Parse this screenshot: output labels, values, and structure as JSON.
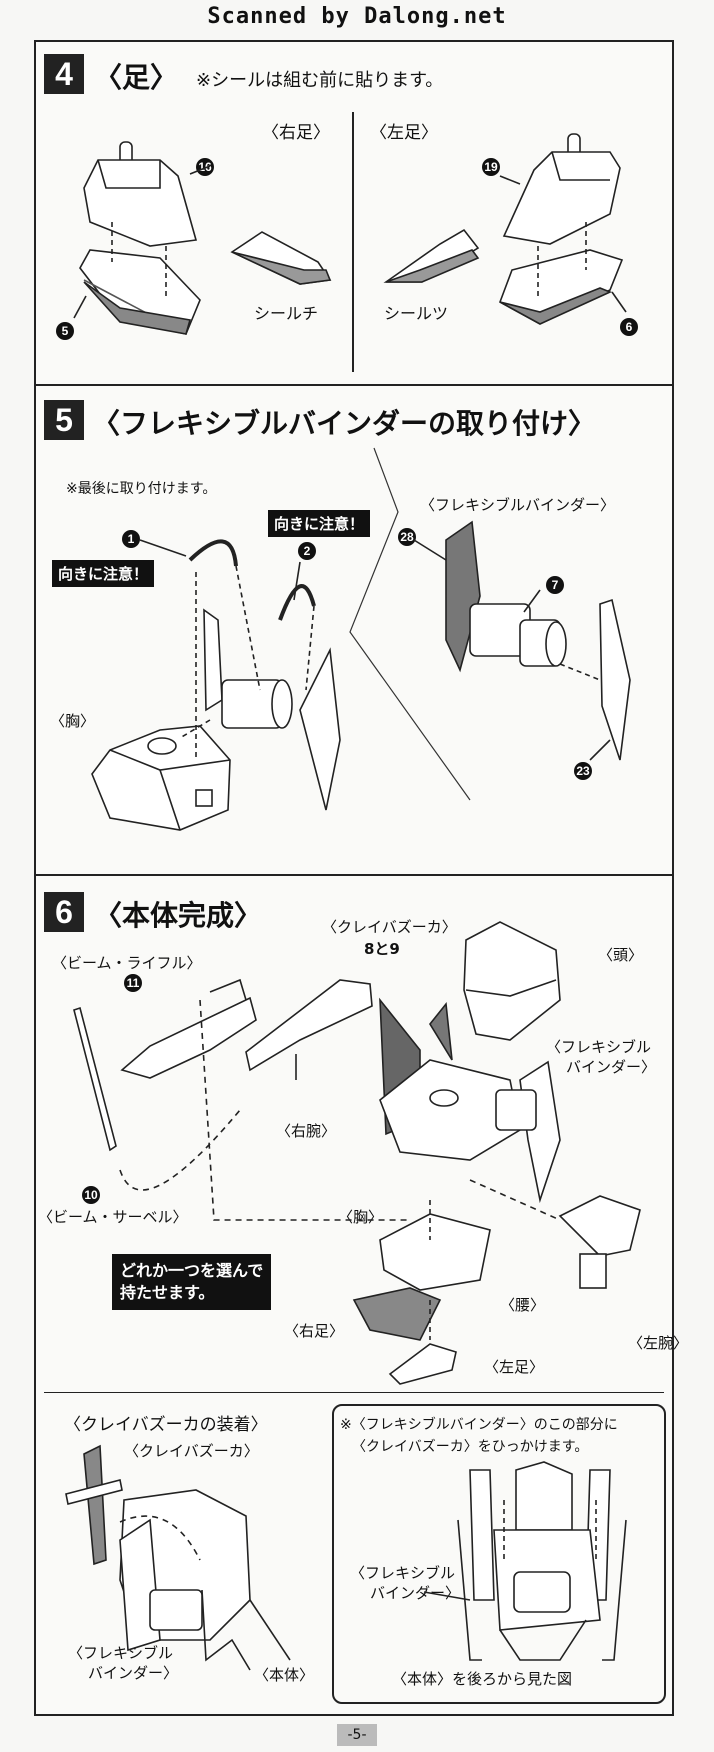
{
  "header": {
    "scanned": "Scanned by Dalong.net"
  },
  "step4": {
    "num": "4",
    "title": "〈足〉",
    "note": "※シールは組む前に貼ります。",
    "right_leg": "〈右足〉",
    "left_leg": "〈左足〉",
    "sticker_chi": "シールチ",
    "sticker_tsu": "シールツ",
    "parts": [
      "16",
      "5",
      "19",
      "6"
    ]
  },
  "step5": {
    "num": "5",
    "title": "〈フレキシブルバインダーの取り付け〉",
    "note": "※最後に取り付けます。",
    "caution1": "向きに注意！",
    "caution2": "向きに注意！",
    "chest": "〈胸〉",
    "binder": "〈フレキシブルバインダー〉",
    "parts": [
      "1",
      "2",
      "28",
      "7",
      "23"
    ]
  },
  "step6": {
    "num": "6",
    "title": "〈本体完成〉",
    "beam_rifle": "〈ビーム・ライフル〉",
    "clay_bazooka": "〈クレイバズーカ〉",
    "bazooka_parts": "8と9",
    "head": "〈頭〉",
    "binder_l1": "〈フレキシブル",
    "binder_l2": "バインダー〉",
    "right_arm": "〈右腕〉",
    "chest": "〈胸〉",
    "beam_saber": "〈ビーム・サーベル〉",
    "choose_l1": "どれか一つを選んで",
    "choose_l2": "持たせます。",
    "waist": "〈腰〉",
    "left_arm": "〈左腕〉",
    "right_leg": "〈右足〉",
    "left_leg": "〈左足〉",
    "parts": [
      "11",
      "10"
    ]
  },
  "bottom": {
    "mount_title": "〈クレイバズーカの装着〉",
    "bazooka": "〈クレイバズーカ〉",
    "binder_l1": "〈フレキシブル",
    "binder_l2": "バインダー〉",
    "body": "〈本体〉",
    "note_l1": "※〈フレキシブルバインダー〉のこの部分に",
    "note_l2": "〈クレイバズーカ〉をひっかけます。",
    "binder2_l1": "〈フレキシブル",
    "binder2_l2": "バインダー〉",
    "back_view": "〈本体〉を後ろから見た図"
  },
  "footer": {
    "page": "-5-"
  }
}
